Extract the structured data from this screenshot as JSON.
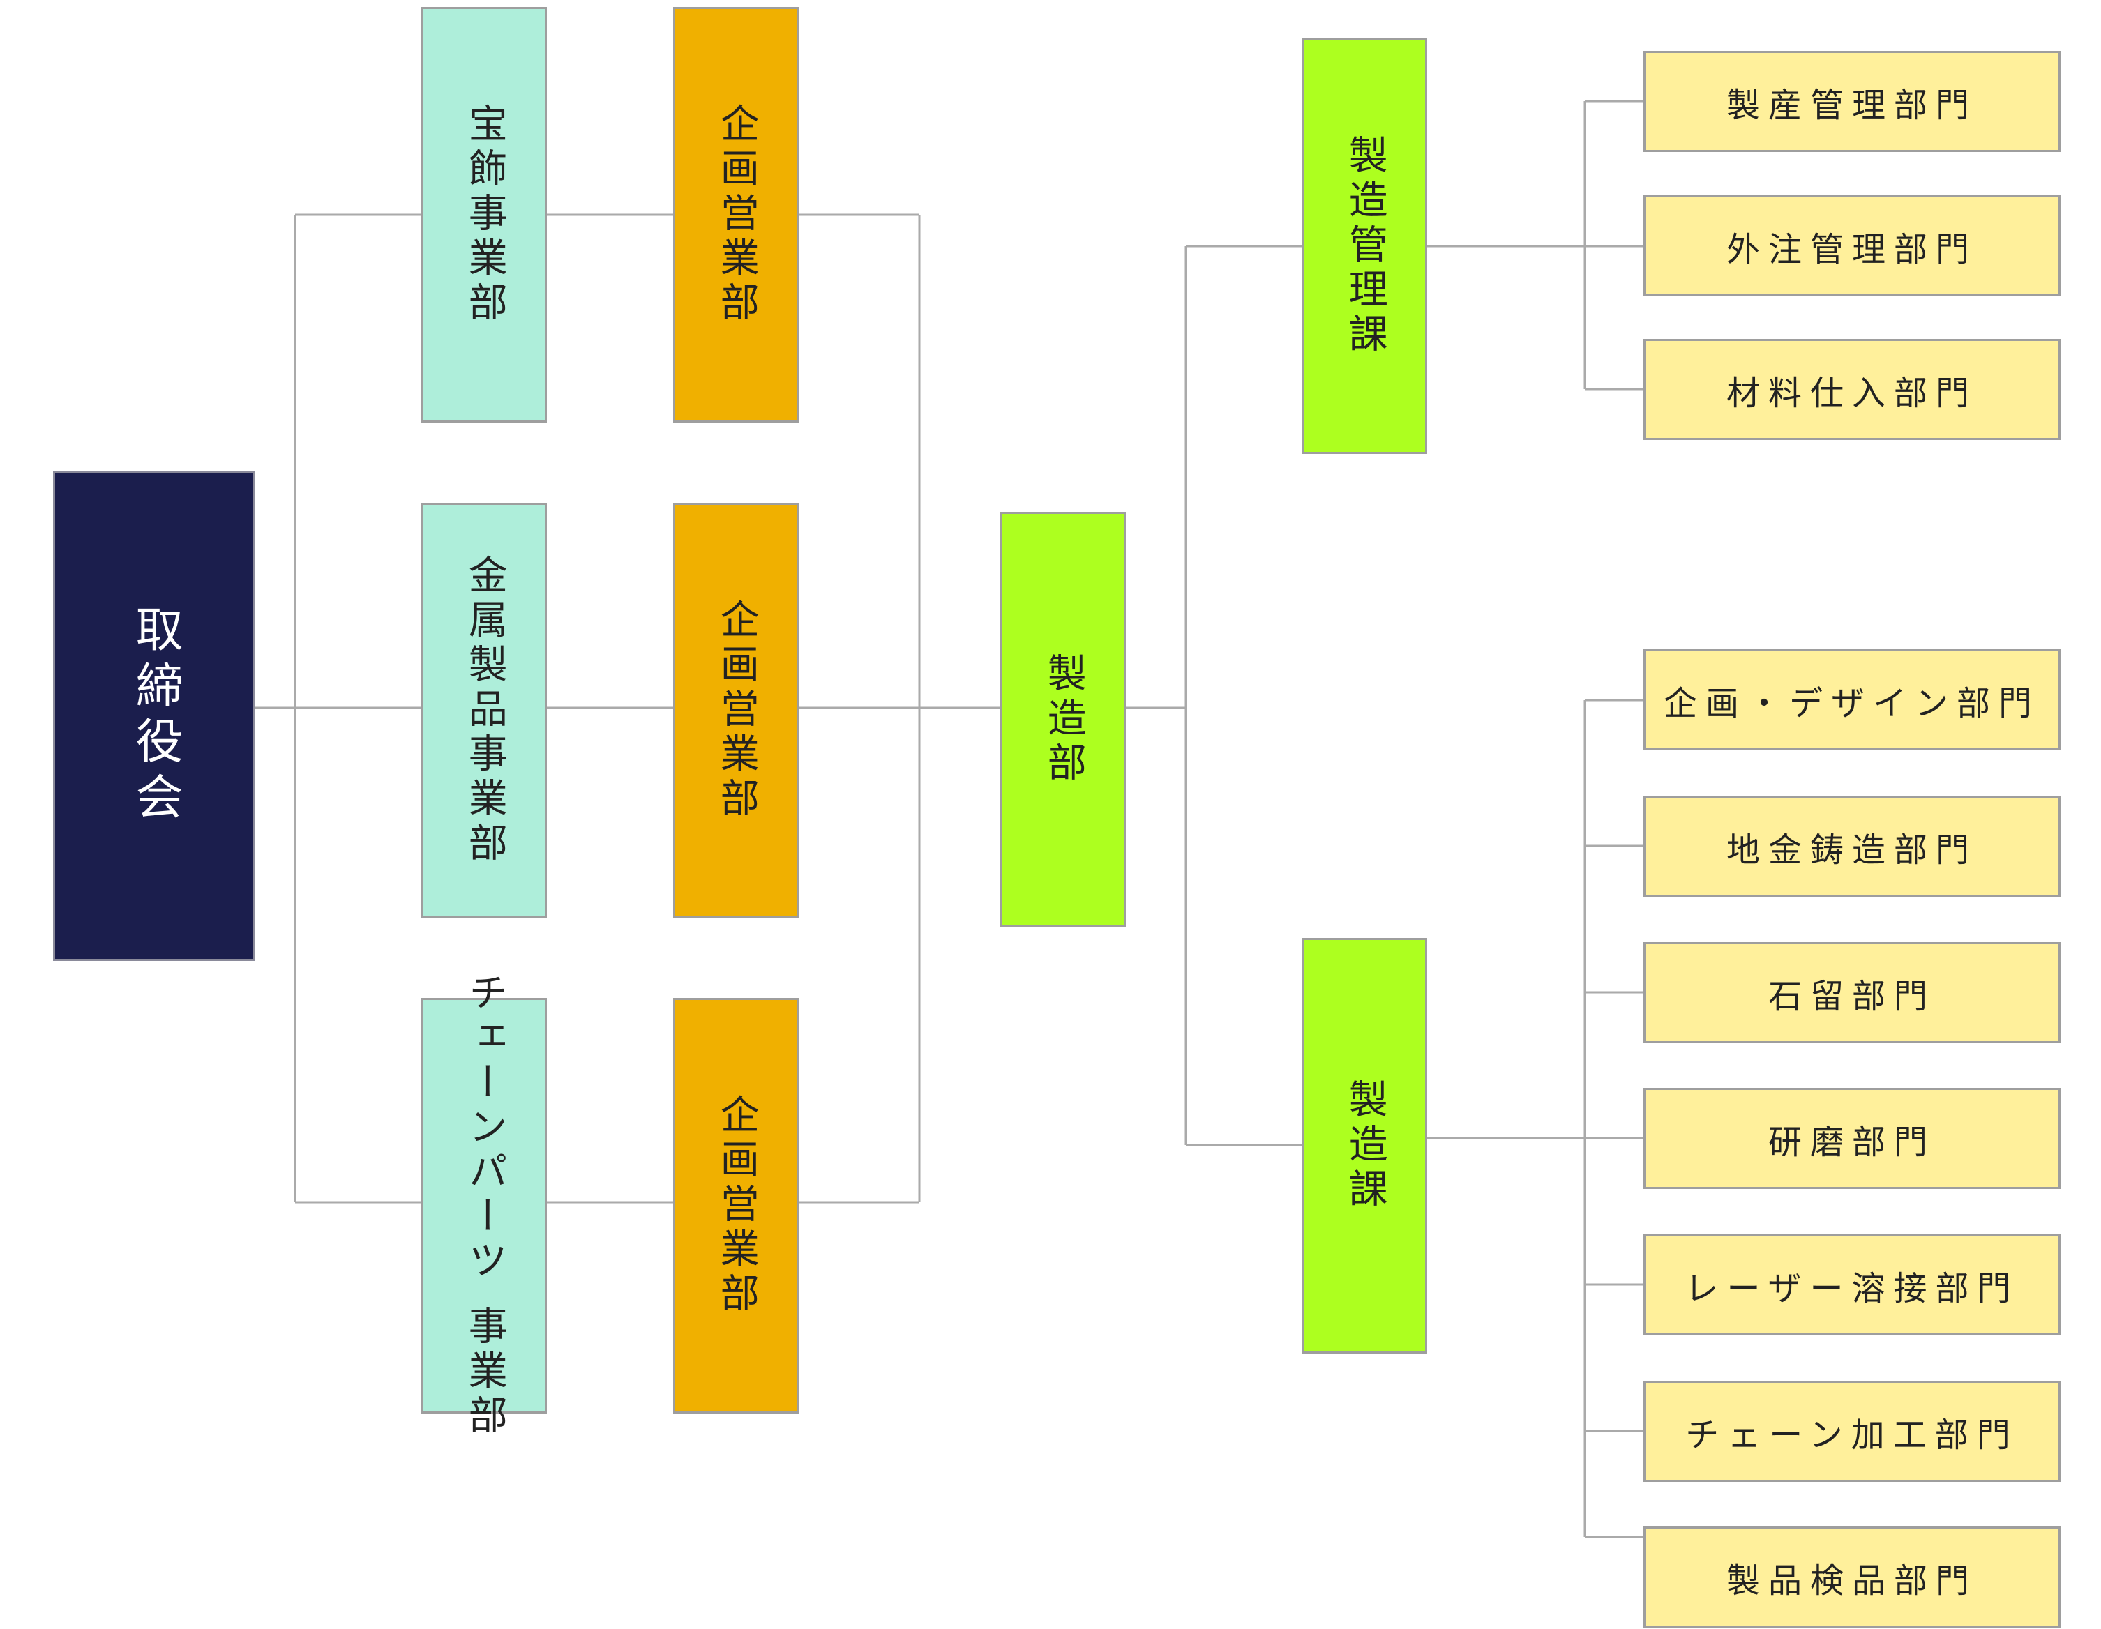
{
  "root": {
    "label": "取締役会"
  },
  "divisions": [
    {
      "name": "宝飾事業部",
      "sales": "企画営業部"
    },
    {
      "name": "金属製品事業部",
      "sales": "企画営業部"
    },
    {
      "name_line1": "チェーンパーツ",
      "name_line2": "事業部",
      "sales": "企画営業部"
    }
  ],
  "manufacturing": {
    "label": "製造部",
    "sections": [
      {
        "label": "製造管理課",
        "units": [
          "製産管理部門",
          "外注管理部門",
          "材料仕入部門"
        ]
      },
      {
        "label": "製造課",
        "units": [
          "企画・デザイン部門",
          "地金鋳造部門",
          "石留部門",
          "研磨部門",
          "レーザー溶接部門",
          "チェーン加工部門",
          "製品検品部門"
        ]
      }
    ]
  },
  "colors": {
    "root_bg": "#1b1e4d",
    "division_bg": "#aeeeda",
    "sales_bg": "#f0b000",
    "manufacturing_bg": "#adff1f",
    "unit_bg": "#fff09b",
    "connector": "#aaaaaa"
  }
}
